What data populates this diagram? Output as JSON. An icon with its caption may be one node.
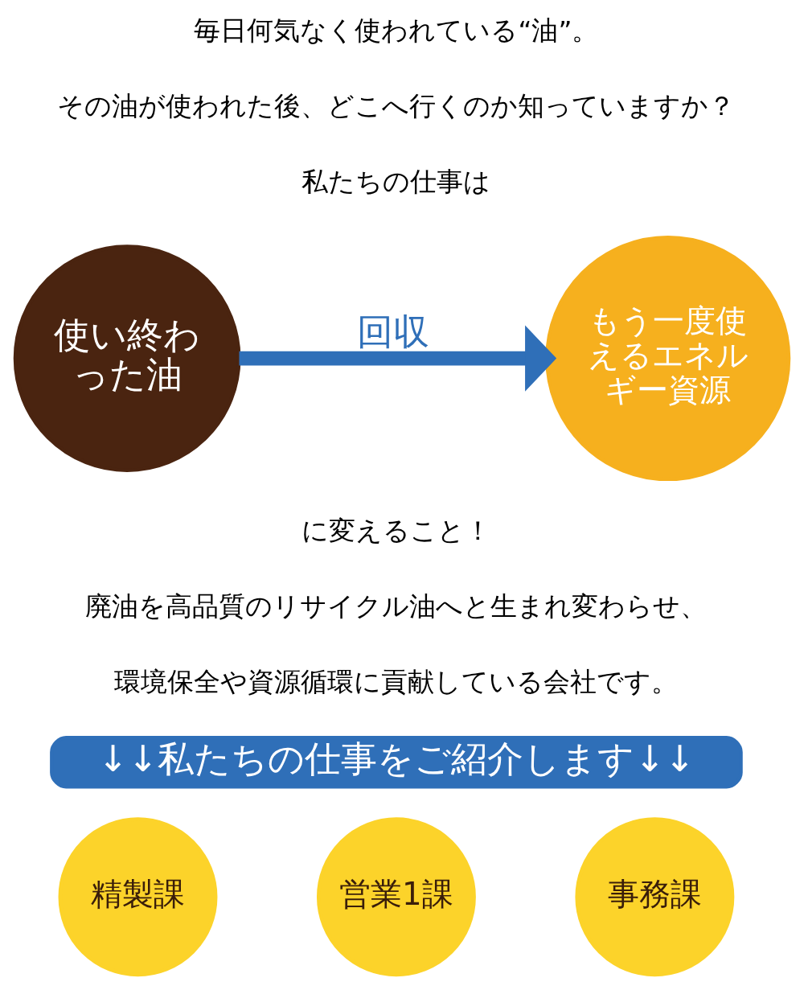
{
  "diagram": {
    "nodes": [
      {
        "text": [
          "使い終わった油"
        ]
      },
      {
        "text": [
          "もう一度使えるエネルギー資源"
        ]
      },
      {
        "text": [
          "↓↓私たちの仕事をご紹介します↓↓"
        ]
      },
      {
        "text": [
          "精製課"
        ]
      },
      {
        "text": [
          "営業1課"
        ]
      },
      {
        "text": [
          "事務課"
        ]
      }
    ],
    "edges": [
      {
        "from": 0,
        "to": 1,
        "arrow": "to",
        "label": "回収",
        "color": "#2f6fb8"
      }
    ],
    "labels": [
      "毎日何気なく使われている“油”。",
      "その油が使われた後、どこへ行くのか知っていますか？",
      "私たちの仕事は",
      "に変えること！",
      "廃油を高品質のリサイクル油へと生まれ変わらせ、",
      "環境保全や資源循環に貢献している会社です。"
    ]
  }
}
